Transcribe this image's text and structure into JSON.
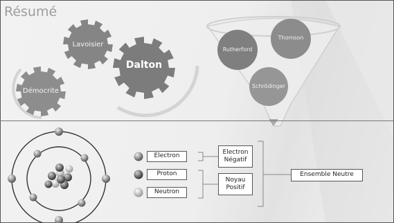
{
  "slide": {
    "title": "Résumé",
    "gears": {
      "g1": "Démocrite",
      "g2": "Lavoisier",
      "g3": "Dalton"
    },
    "funnel_circles": {
      "c1": "Rutherford",
      "c2": "Thomson",
      "c3": "Schrödinger"
    },
    "particles": [
      "Electron",
      "Proton",
      "Neutron"
    ],
    "properties": {
      "electron": [
        "Electron",
        "Négatif"
      ],
      "noyau": [
        "Noyau",
        "Positif"
      ]
    },
    "result": "Ensemble Neutre",
    "colors": {
      "gear": "#8a8a8a",
      "electron_ball": "#777777",
      "proton_ball": "#555555",
      "neutron_ball": "#dcdcdc"
    }
  }
}
